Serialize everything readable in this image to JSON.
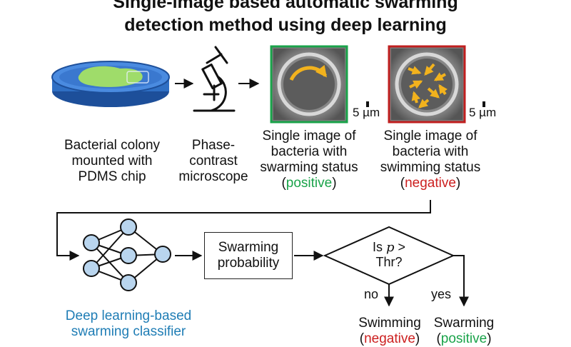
{
  "title": {
    "line1": "Single-image based automatic swarming",
    "line2": "detection method using deep learning"
  },
  "top_row": {
    "petri_caption": [
      "Bacterial colony",
      "mounted with",
      "PDMS chip"
    ],
    "microscope_caption": [
      "Phase-",
      "contrast",
      "microscope"
    ],
    "positive_caption": [
      "Single image of",
      "bacteria with",
      "swarming status"
    ],
    "positive_label": "positive",
    "negative_caption": [
      "Single image of",
      "bacteria with",
      "swimming status"
    ],
    "negative_label": "negative",
    "scale_label_1": "5 µm",
    "scale_label_2": "5 µm"
  },
  "bottom_row": {
    "classifier_caption": [
      "Deep learning-based",
      "swarming classifier"
    ],
    "probability_box": [
      "Swarming",
      "probability"
    ],
    "decision_text_line1_prefix": "Is ",
    "decision_var": "p",
    "decision_text_line1_suffix": " >",
    "decision_text_line2": "Thr?",
    "no_label": "no",
    "yes_label": "yes",
    "result_no": "Swimming",
    "result_no_status": "negative",
    "result_yes": "Swarming",
    "result_yes_status": "positive"
  },
  "colors": {
    "positive": "#1aa34a",
    "negative": "#cc1f1f",
    "classifier_text": "#1f7db5",
    "node_fill": "#b9d5ee",
    "petri_blue": "#2f6fc4",
    "colony_green": "#9fdc6a",
    "arrow_orange": "#f2b21d"
  }
}
